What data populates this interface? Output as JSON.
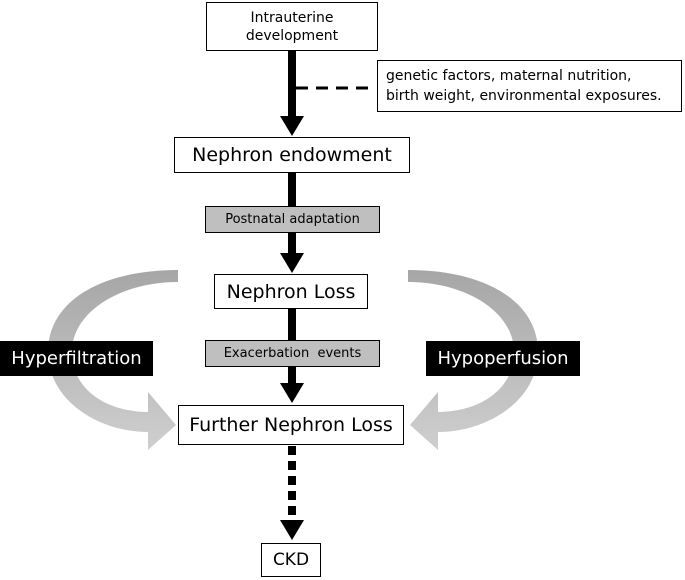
{
  "nodes": {
    "intrauterine": [
      "Intrauterine",
      "development"
    ],
    "factors": [
      "genetic factors, maternal nutrition,",
      "birth weight, environmental exposures."
    ],
    "endowment": "Nephron endowment",
    "postnatal": "Postnatal adaptation",
    "loss": "Nephron Loss",
    "exacerbation": "Exacerbation  events",
    "further_loss": "Further Nephron Loss",
    "ckd": "CKD",
    "hyperfiltration": "Hyperfiltration",
    "hypoperfusion": "Hypoperfusion"
  },
  "colors": {
    "grey_box": "#bfbfbf",
    "curved_arrow_top": "#a6a6a6",
    "curved_arrow_bottom": "#c8c8c8",
    "label_bg": "#000000"
  }
}
